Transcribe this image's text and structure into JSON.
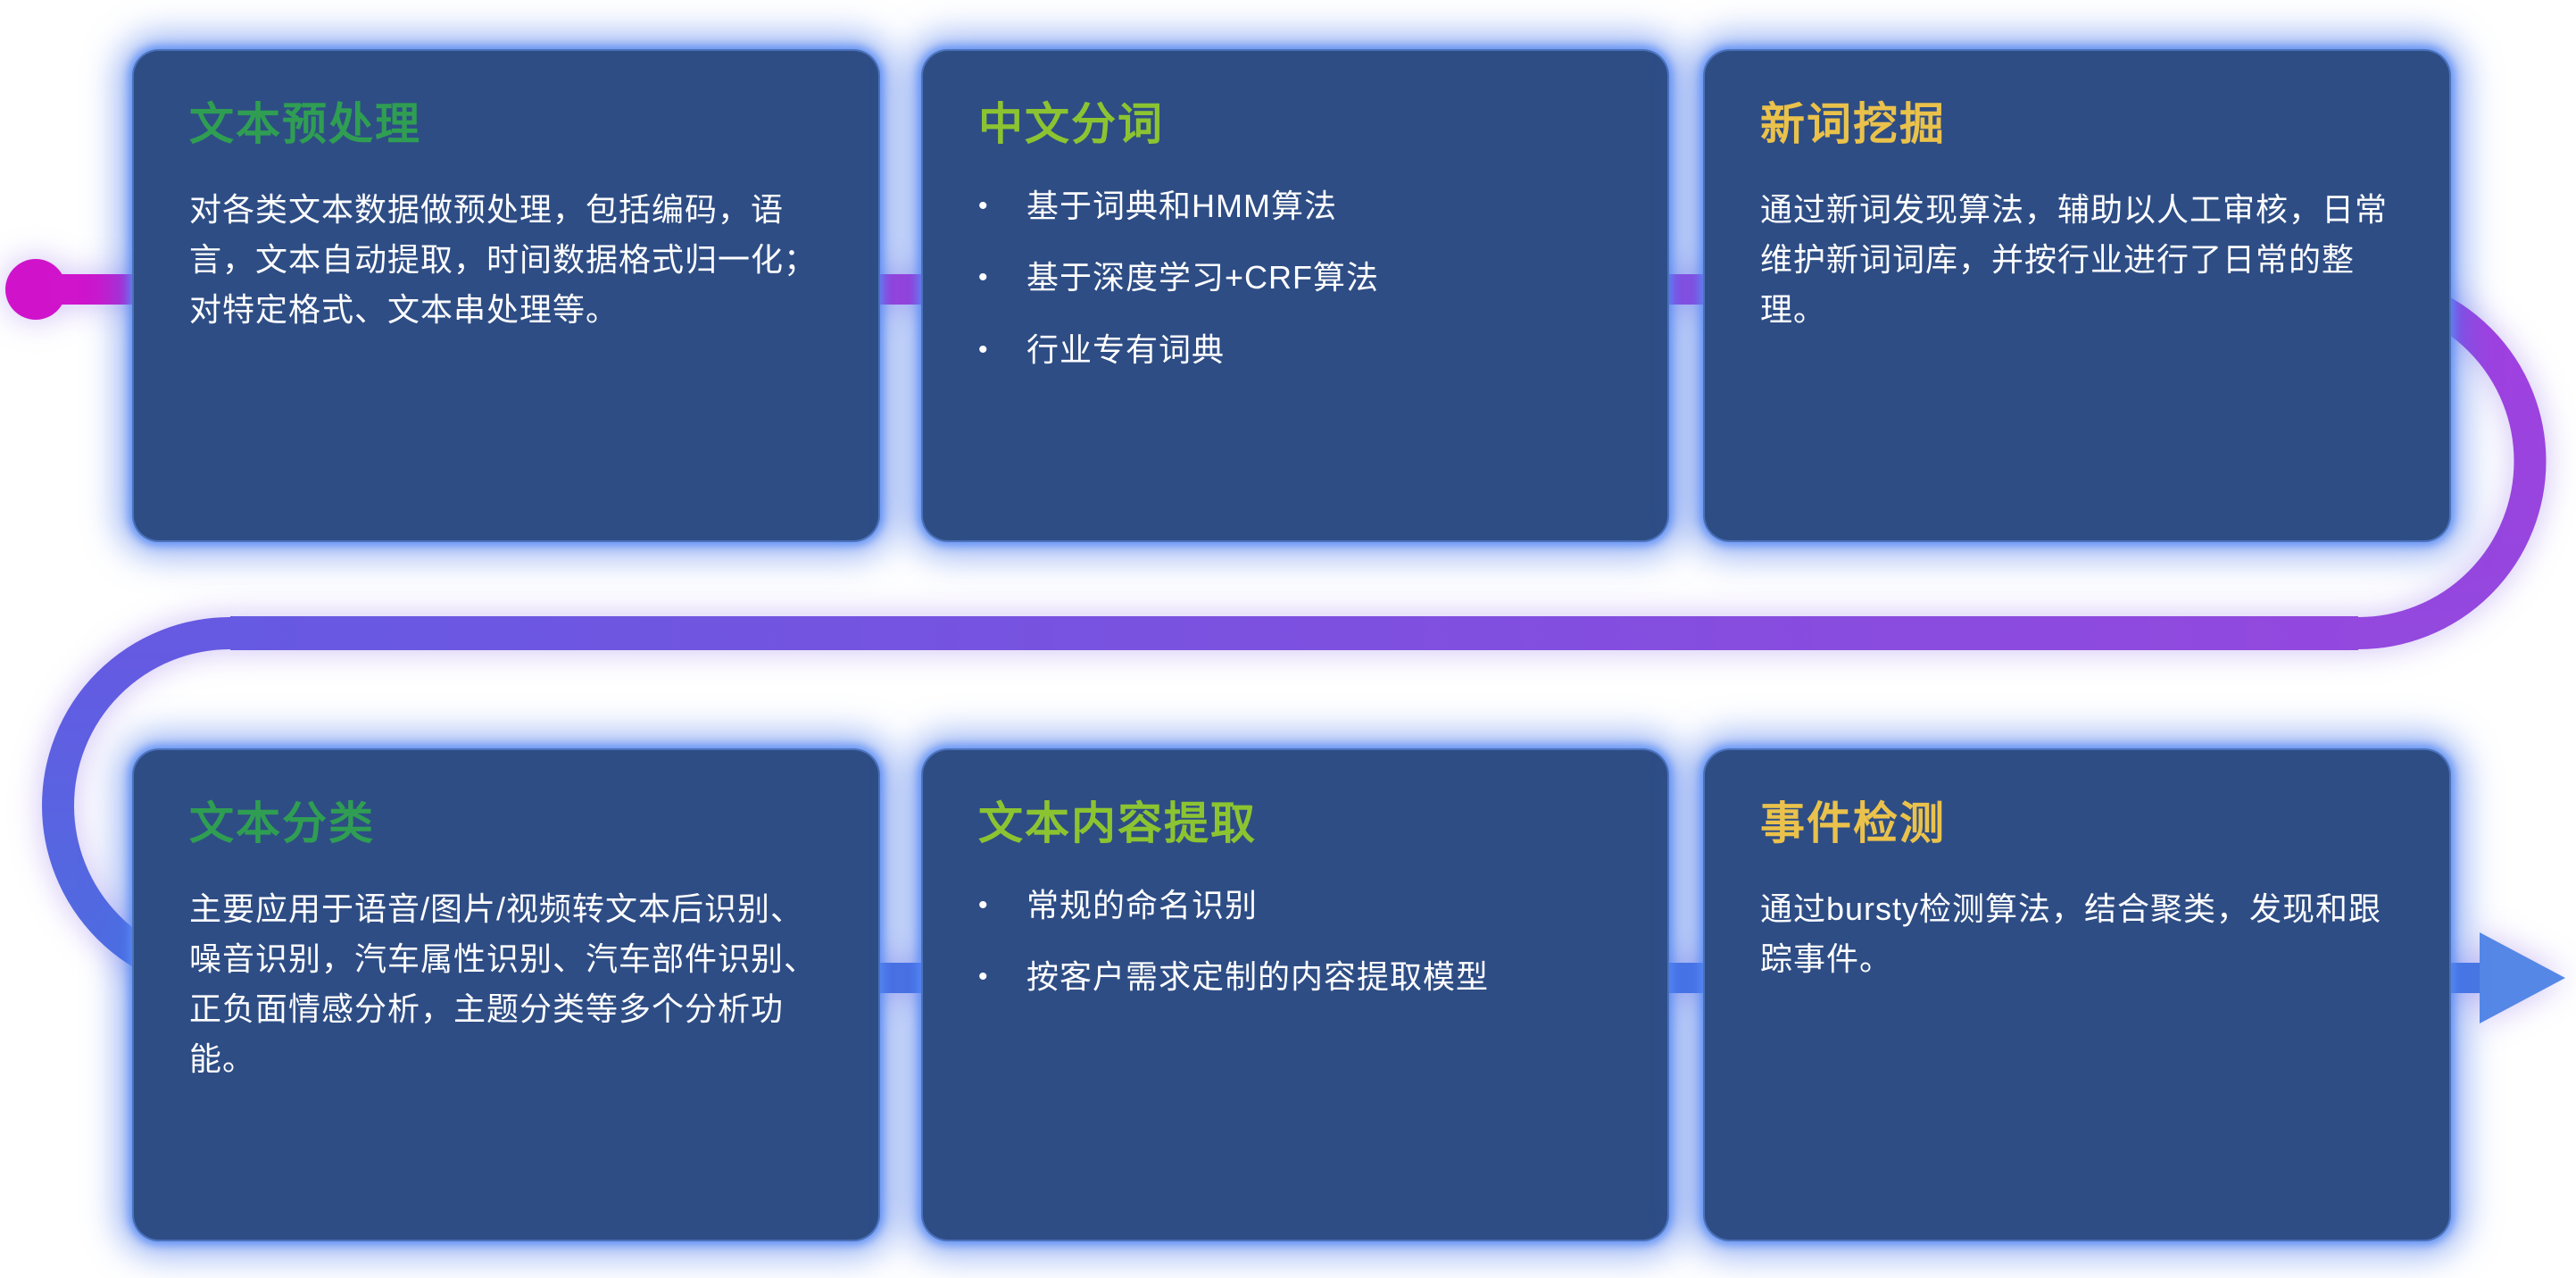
{
  "theme": {
    "page_bg": "#ffffff",
    "card_bg": "#2e4d85",
    "body_text_color": "#ffffff"
  },
  "connector": {
    "start_color": "#d013cb",
    "magenta_mid": "#b92fd6",
    "purple_right": "#a13fe0",
    "purple_deep": "#9348de",
    "violet": "#6659e2",
    "blue_left": "#4d6de0",
    "blue_right": "#4877e2",
    "arrow_color": "#5588e6"
  },
  "cards": [
    {
      "id": "text-preprocessing",
      "title": "文本预处理",
      "title_color": "#2f9e52",
      "body": "对各类文本数据做预处理，包括编码，语言，文本自动提取，时间数据格式归一化；对特定格式、文本串处理等。",
      "bullets": []
    },
    {
      "id": "chinese-word-segmentation",
      "title": "中文分词",
      "title_color": "#8cc431",
      "body": "",
      "bullets": [
        "基于词典和HMM算法",
        "基于深度学习+CRF算法",
        "行业专有词典"
      ]
    },
    {
      "id": "new-word-mining",
      "title": "新词挖掘",
      "title_color": "#eac24b",
      "body": "通过新词发现算法，辅助以人工审核，日常维护新词词库，并按行业进行了日常的整理。",
      "bullets": []
    },
    {
      "id": "text-classification",
      "title": "文本分类",
      "title_color": "#2f9e52",
      "body": "主要应用于语音/图片/视频转文本后识别、噪音识别，汽车属性识别、汽车部件识别、正负面情感分析，主题分类等多个分析功能。",
      "bullets": []
    },
    {
      "id": "text-content-extraction",
      "title": "文本内容提取",
      "title_color": "#8cc431",
      "body": "",
      "bullets": [
        "常规的命名识别",
        "按客户需求定制的内容提取模型"
      ]
    },
    {
      "id": "event-detection",
      "title": "事件检测",
      "title_color": "#eac24b",
      "body": "通过bursty检测算法，结合聚类，发现和跟踪事件。",
      "bullets": []
    }
  ]
}
